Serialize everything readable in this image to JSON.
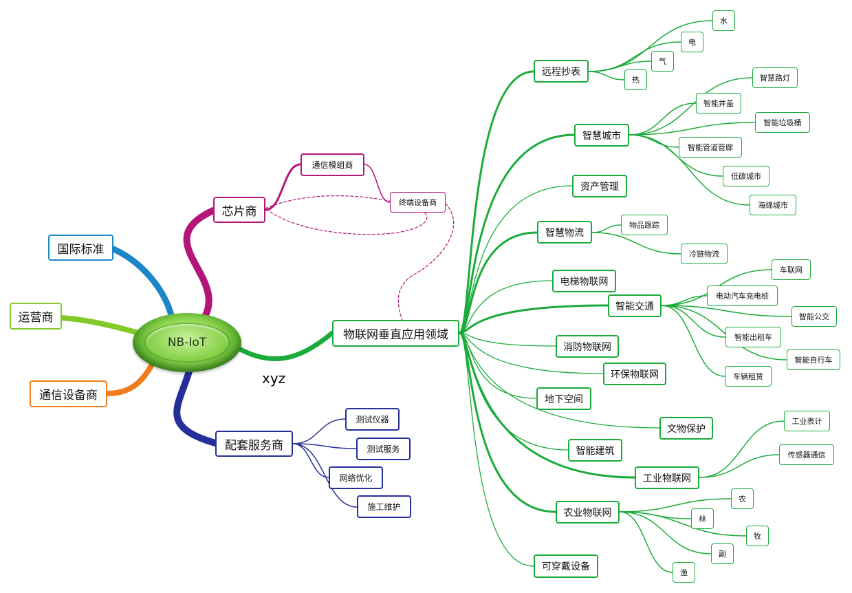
{
  "center": {
    "label": "NB-IoT"
  },
  "floating_label": "xyz",
  "colors": {
    "green": "#1aab3a",
    "magenta": "#b5157a",
    "navy": "#262e9a",
    "blue": "#1c86c8",
    "lime": "#84c92a",
    "orange": "#f07c1c"
  },
  "nodes": {
    "guoji": "国际标准",
    "yunying": "运营商",
    "tongxin_shebei": "通信设备商",
    "xinpian": "芯片商",
    "mozu": "通信模组商",
    "zhongduan": "终端设备商",
    "peitao": "配套服务商",
    "ceshi_yiqi": "测试仪器",
    "ceshi_fuwu": "测试服务",
    "wangluo": "网络优化",
    "shigong": "施工维护",
    "chuizhi": "物联网垂直应用领域",
    "yuancheng": "远程抄表",
    "shui": "水",
    "dian": "电",
    "qi": "气",
    "re": "热",
    "chengshi": "智慧城市",
    "ludeng": "智慧路灯",
    "jinggai": "智能井盖",
    "laji": "智能垃圾桶",
    "guandao": "智能管道管廊",
    "ditan": "低碳城市",
    "haimian": "海绵城市",
    "zichan": "资产管理",
    "wuliu": "智慧物流",
    "genzong": "物品跟踪",
    "lenglian": "冷链物流",
    "dianti": "电梯物联网",
    "jiaotong": "智能交通",
    "chelian": "车联网",
    "chongdian": "电动汽车充电桩",
    "gongjiao": "智能公交",
    "chuzu": "智能出租车",
    "zixingche": "智能自行车",
    "zulin": "车辆租赁",
    "xiaofang": "消防物联网",
    "huanbao": "环保物联网",
    "dixia": "地下空间",
    "wenwu": "文物保护",
    "jianzhu": "智能建筑",
    "gongye": "工业物联网",
    "biaoji": "工业表计",
    "chuanganqi": "传感器通信",
    "nongye": "农业物联网",
    "nong": "农",
    "lin": "林",
    "mu": "牧",
    "fu": "副",
    "yu": "渔",
    "chuandai": "可穿戴设备"
  }
}
